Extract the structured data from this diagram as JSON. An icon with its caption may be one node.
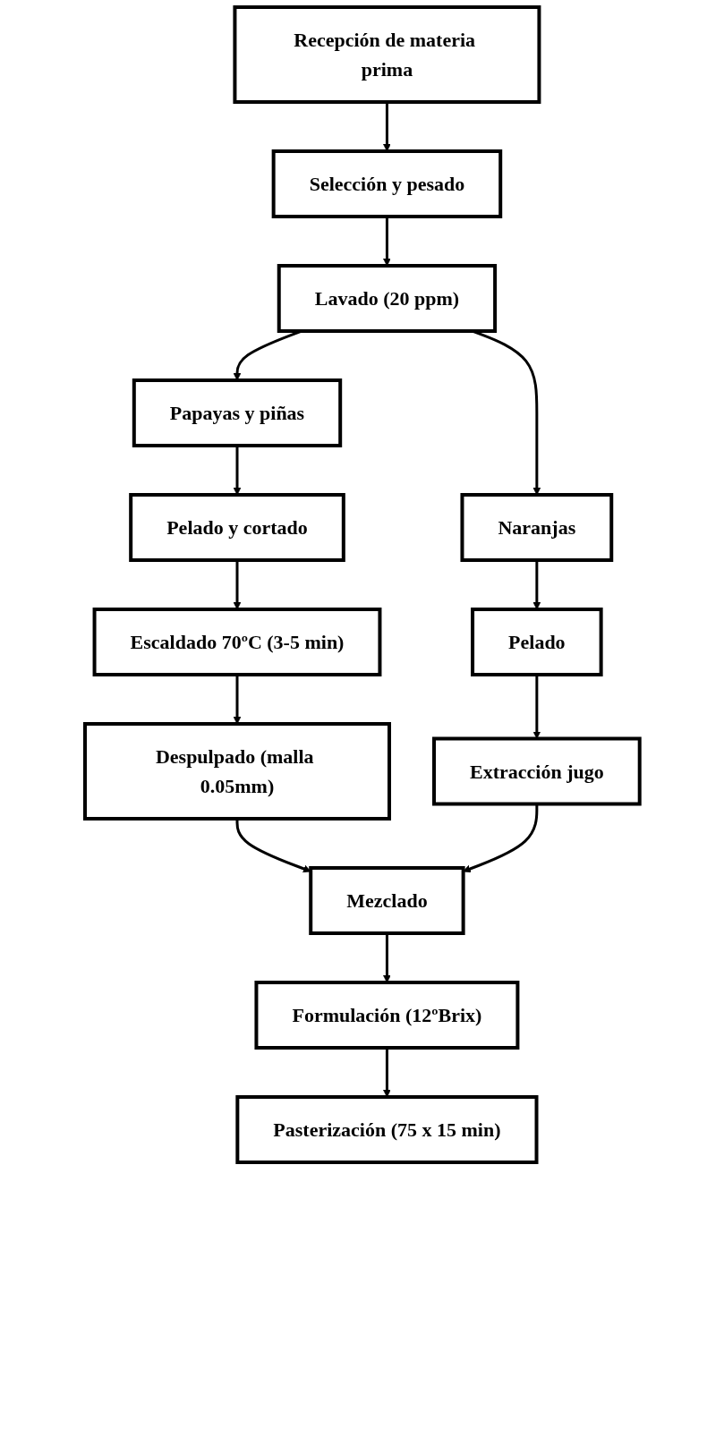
{
  "diagram": {
    "nodes": [
      {
        "text": [
          "Recepción de materia prima"
        ]
      },
      {
        "text": [
          "Selección y pesado"
        ]
      },
      {
        "text": [
          "Lavado (20 ppm)"
        ]
      },
      {
        "text": [
          "Papayas y piñas"
        ]
      },
      {
        "text": [
          "Naranjas"
        ]
      },
      {
        "text": [
          "Pelado y cortado"
        ]
      },
      {
        "text": [
          "Pelado"
        ]
      },
      {
        "text": [
          "Escaldado 70ºC (3-5 min)"
        ]
      },
      {
        "text": [
          "Extracción jugo"
        ]
      },
      {
        "text": [
          "Despulpado (malla 0.05mm)"
        ]
      },
      {
        "text": [
          "Mezclado"
        ]
      },
      {
        "text": [
          "Formulación (12ºBrix)"
        ]
      },
      {
        "text": [
          "Pasterización (75 x 15 min)"
        ]
      }
    ],
    "edges": [
      {
        "from": 0,
        "to": 1,
        "arrow": "to"
      },
      {
        "from": 1,
        "to": 2,
        "arrow": "to"
      },
      {
        "from": 2,
        "to": 3,
        "arrow": "to"
      },
      {
        "from": 2,
        "to": 4,
        "arrow": "to"
      },
      {
        "from": 3,
        "to": 5,
        "arrow": "to"
      },
      {
        "from": 4,
        "to": 6,
        "arrow": "to"
      },
      {
        "from": 5,
        "to": 7,
        "arrow": "to"
      },
      {
        "from": 6,
        "to": 8,
        "arrow": "to"
      },
      {
        "from": 7,
        "to": 9,
        "arrow": "to"
      },
      {
        "from": 9,
        "to": 10,
        "arrow": "to"
      },
      {
        "from": 8,
        "to": 10,
        "arrow": "to"
      },
      {
        "from": 10,
        "to": 11,
        "arrow": "to"
      },
      {
        "from": 11,
        "to": 12,
        "arrow": "to"
      }
    ]
  }
}
